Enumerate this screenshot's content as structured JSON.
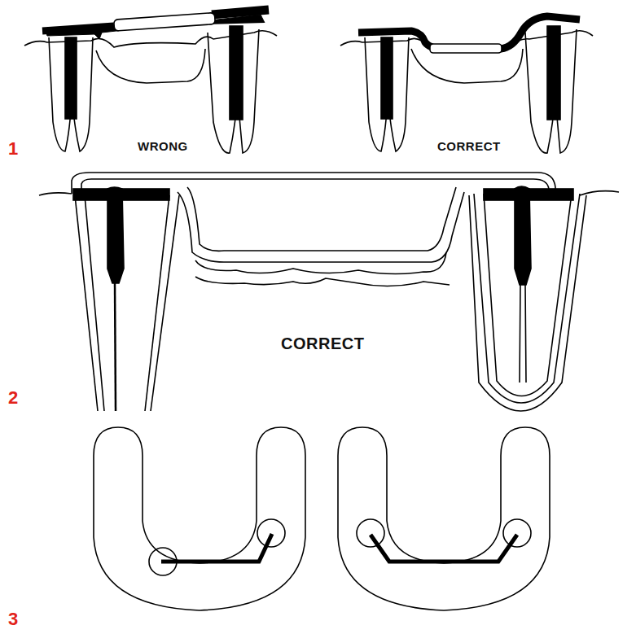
{
  "diagram": {
    "labels": [
      "1",
      "WRONG",
      "CORRECT",
      "2",
      "CORRECT",
      "3"
    ]
  }
}
